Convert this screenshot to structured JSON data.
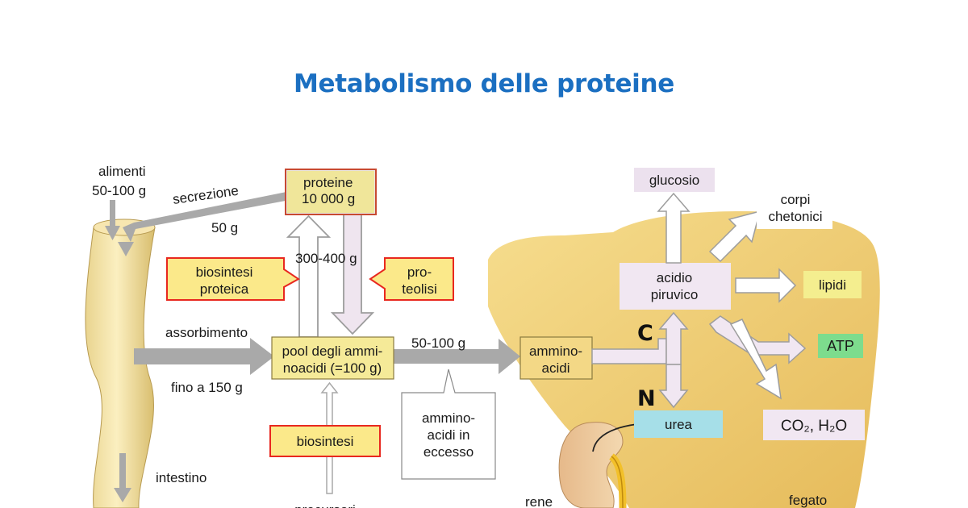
{
  "title": "Metabolismo delle proteine",
  "labels": {
    "alimenti": "alimenti",
    "alimenti_qty": "50-100 g",
    "secrezione": "secrezione",
    "secrezione_qty": "50 g",
    "proteine": "proteine",
    "proteine_qty": "10 000 g",
    "flux_qty": "300-400 g",
    "biosintesi_proteica_1": "biosintesi",
    "biosintesi_proteica_2": "proteica",
    "proteolisi_1": "pro-",
    "proteolisi_2": "teolisi",
    "assorbimento": "assorbimento",
    "fino_a": "fino a 150 g",
    "pool_1": "pool degli ammi-",
    "pool_2": "noacidi (=100 g)",
    "transfer_qty": "50-100 g",
    "amminoacidi_1": "ammino-",
    "amminoacidi_2": "acidi",
    "eccesso_1": "ammino-",
    "eccesso_2": "acidi in",
    "eccesso_3": "eccesso",
    "biosintesi": "biosintesi",
    "precursori": "precursori",
    "intestino": "intestino",
    "glucosio": "glucosio",
    "corpi_1": "corpi",
    "corpi_2": "chetonici",
    "piruvico_1": "acidio",
    "piruvico_2": "piruvico",
    "lipidi": "lipidi",
    "atp": "ATP",
    "co2_h2o": "CO₂, H₂O",
    "urea": "urea",
    "C": "C",
    "N": "N",
    "rene": "rene",
    "fegato": "fegato"
  },
  "colors": {
    "title": "#1b6fc1",
    "liver": "#f0cf73",
    "yellow_box": "#fbe98a",
    "red_border": "#e8281f",
    "grey_arrow": "#a9a9a9",
    "atp_fill": "#7ddc8d",
    "urea_fill": "#a6dfe8",
    "lilac": "#f1e7f2"
  }
}
